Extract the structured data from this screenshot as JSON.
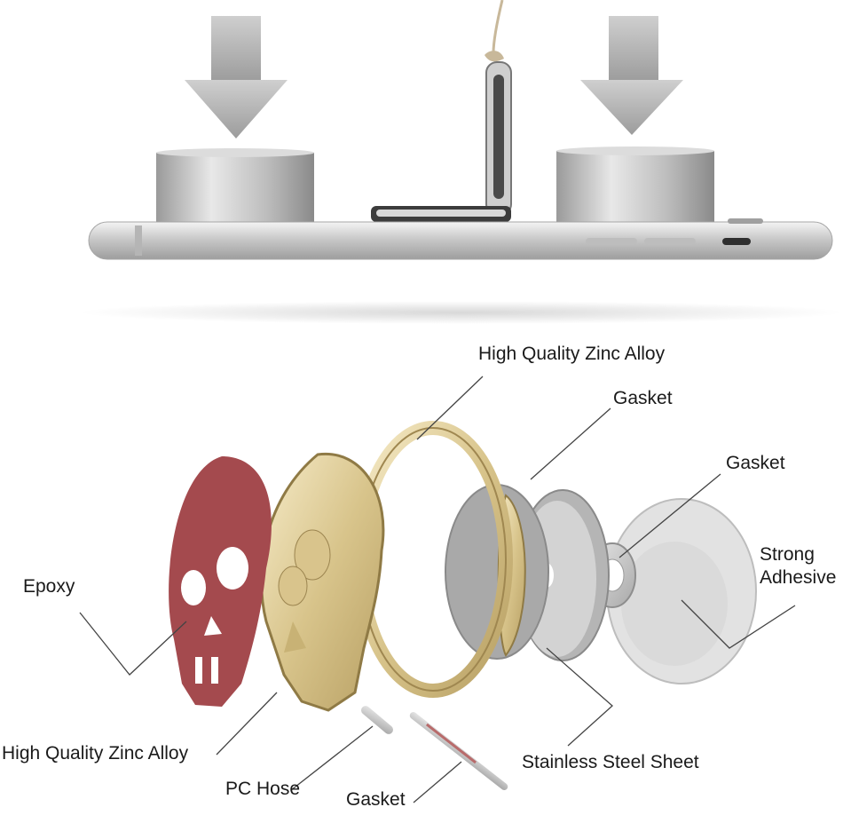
{
  "labels": {
    "zinc_top": "High Quality Zinc Alloy",
    "gasket_1": "Gasket",
    "gasket_2": "Gasket",
    "strong_adhesive": "Strong Adhesive",
    "epoxy": "Epoxy",
    "zinc_bottom": "High Quality Zinc Alloy",
    "stainless": "Stainless Steel Sheet",
    "pc_hose": "PC Hose",
    "gasket_3": "Gasket"
  },
  "colors": {
    "epoxy": "#a44a4e",
    "gold": "#e3cf98",
    "silver": "#c9c9c9",
    "arrow": "#b9b9b9"
  },
  "icons": [
    "down-arrow-icon",
    "down-arrow-icon"
  ]
}
